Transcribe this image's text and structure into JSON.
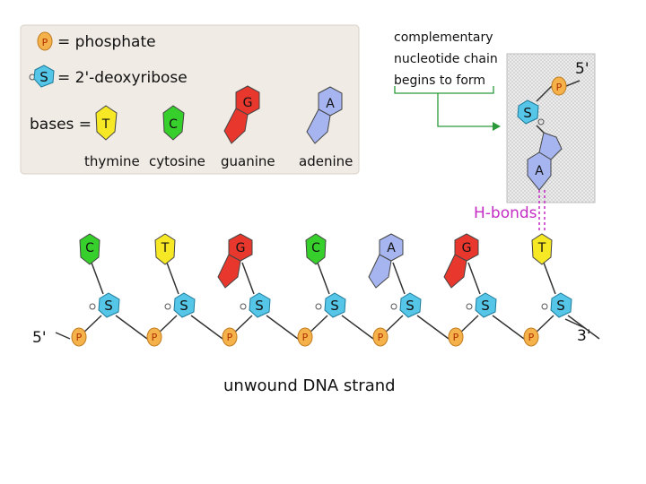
{
  "legend": {
    "phosphate_symbol": "P",
    "phosphate_label": "= phosphate",
    "sugar_symbol": "S",
    "sugar_label": "= 2'-deoxyribose",
    "bases_label": "bases =",
    "thymine_symbol": "T",
    "cytosine_symbol": "C",
    "guanine_symbol": "G",
    "adenine_symbol": "A",
    "thymine": "thymine",
    "cytosine": "cytosine",
    "guanine": "guanine",
    "adenine": "adenine"
  },
  "annotation": {
    "line1": "complementary",
    "line2": "nucleotide chain",
    "line3": "begins to form"
  },
  "complement": {
    "end_label": "5'",
    "sugar_symbol": "S",
    "phosphate_symbol": "P",
    "base_symbol": "A"
  },
  "hbonds_label": "H-bonds",
  "strand": {
    "label": "unwound DNA strand",
    "end_5": "5'",
    "end_3": "3'",
    "sugar_symbol": "S",
    "phosphate_symbol": "P",
    "bases": [
      "C",
      "T",
      "G",
      "C",
      "A",
      "G",
      "T"
    ]
  },
  "colors": {
    "legend_bg": "#f0ebe4",
    "phosphate": "#f5b24a",
    "sugar": "#55c6e8",
    "thymine": "#f6e824",
    "cytosine": "#37cf2b",
    "guanine": "#e8382e",
    "adenine": "#a6b5ef",
    "hbonds": "#c42bc4",
    "arrow": "#2a9a3a"
  }
}
